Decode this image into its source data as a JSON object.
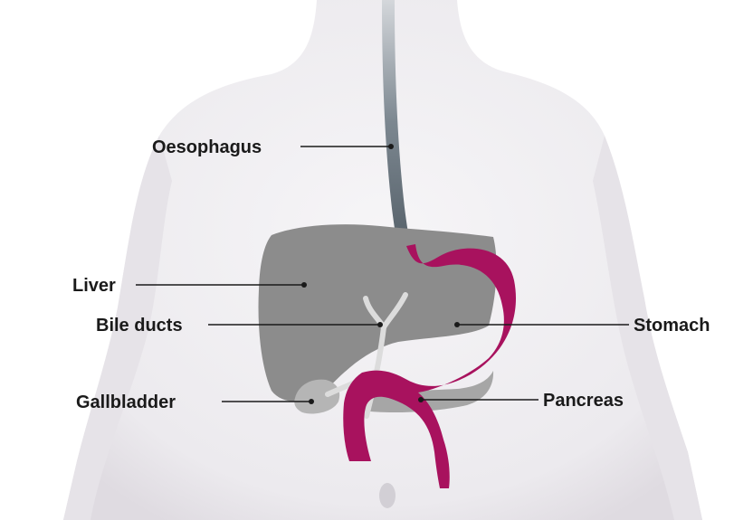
{
  "labels": {
    "oesophagus": "Oesophagus",
    "liver": "Liver",
    "bile_ducts": "Bile ducts",
    "gallbladder": "Gallbladder",
    "stomach": "Stomach",
    "pancreas": "Pancreas"
  },
  "colors": {
    "background": "#ffffff",
    "body": "#eeecef",
    "liver": "#8a8a8a",
    "stomach": "#a8125e",
    "oesophagus": "#7f8a92",
    "gallbladder": "#b3b3b3",
    "bile_ducts": "#d9d9d9",
    "pancreas": "#a9a9a9",
    "label_text": "#1a1a1a"
  }
}
